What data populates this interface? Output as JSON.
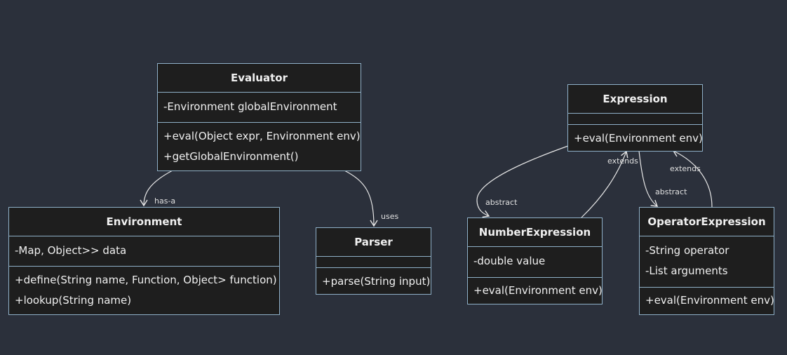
{
  "classes": {
    "evaluator": {
      "name": "Evaluator",
      "attributes": [
        "-Environment globalEnvironment"
      ],
      "methods": [
        "+eval(Object expr, Environment env)",
        "+getGlobalEnvironment()"
      ]
    },
    "environment": {
      "name": "Environment",
      "attributes": [
        "-Map, Object>> data"
      ],
      "methods": [
        "+define(String name, Function, Object> function)",
        "+lookup(String name)"
      ]
    },
    "parser": {
      "name": "Parser",
      "attributes": [],
      "methods": [
        "+parse(String input)"
      ]
    },
    "expression": {
      "name": "Expression",
      "attributes": [],
      "methods": [
        "+eval(Environment env)"
      ]
    },
    "number_expression": {
      "name": "NumberExpression",
      "attributes": [
        "-double value"
      ],
      "methods": [
        "+eval(Environment env)"
      ]
    },
    "operator_expression": {
      "name": "OperatorExpression",
      "attributes": [
        "-String operator",
        "-List arguments"
      ],
      "methods": [
        "+eval(Environment env)"
      ]
    }
  },
  "relations": {
    "has_a": "has-a",
    "uses": "uses",
    "abstract_number": "abstract",
    "extends_number": "extends",
    "abstract_operator": "abstract",
    "extends_operator": "extends"
  },
  "colors": {
    "background": "#2b303b",
    "box_fill": "#1e1e1e",
    "box_border": "#8fb0c8",
    "text": "#f0f0f0",
    "edge": "#e6e6e6"
  }
}
